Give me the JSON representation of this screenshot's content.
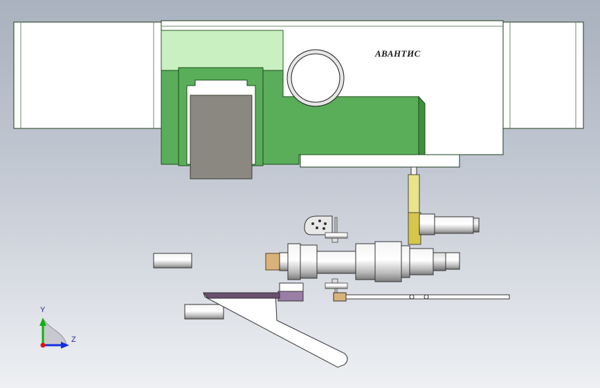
{
  "model": {
    "brand_label": "АВАНТИС"
  },
  "triad": {
    "y_label": "Y",
    "z_label": "Z",
    "x_color": "#e01010",
    "y_color": "#10b010",
    "z_color": "#1030e0"
  },
  "colors": {
    "background_top": "#a9b1be",
    "background_bottom": "#eef0f3",
    "housing": "#ffffff",
    "green_body": "#5aae5a",
    "green_light": "#c9f0c0",
    "gray_block": "#8a8880",
    "purple_part": "#9a7ea6",
    "yellow_part": "#e8e48a",
    "brass": "#d9b27a"
  }
}
